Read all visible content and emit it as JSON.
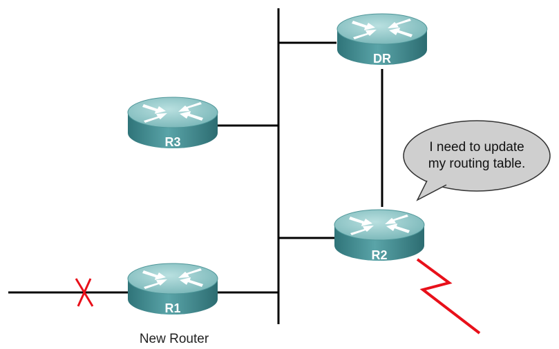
{
  "routers": {
    "dr": {
      "label": "DR",
      "icon": "router-icon"
    },
    "r3": {
      "label": "R3",
      "icon": "router-icon"
    },
    "r2": {
      "label": "R2",
      "icon": "router-icon"
    },
    "r1": {
      "label": "R1",
      "icon": "router-icon",
      "caption": "New Router"
    }
  },
  "speech_bubble": {
    "line1": "I need to update",
    "line2": "my routing table."
  },
  "colors": {
    "router_top": "#8fc7c8",
    "router_side": "#3f8d92",
    "link": "#000000",
    "failure": "#e8101a",
    "bubble_fill": "#cfcfcf"
  },
  "icons": {
    "link_down": "x-mark-icon",
    "serial_link": "lightning-bolt-icon"
  }
}
